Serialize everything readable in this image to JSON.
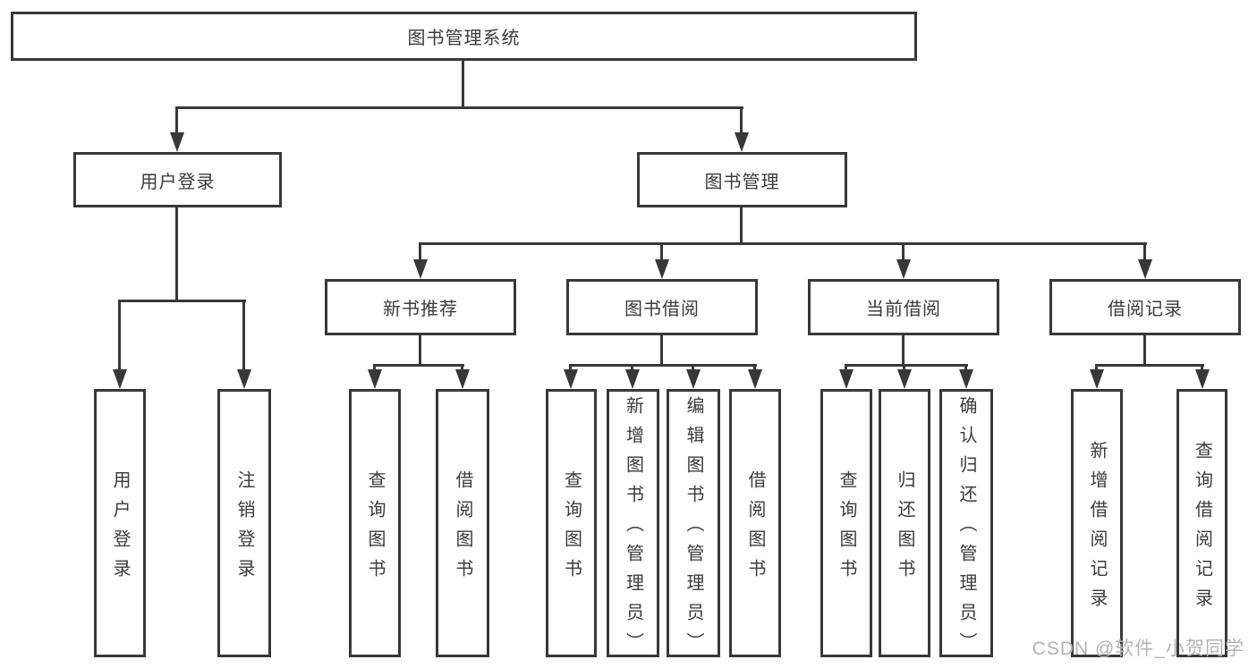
{
  "diagram": {
    "root": {
      "label": "图书管理系统"
    },
    "level2": [
      {
        "label": "用户登录"
      },
      {
        "label": "图书管理"
      }
    ],
    "level3": [
      {
        "label": "新书推荐"
      },
      {
        "label": "图书借阅"
      },
      {
        "label": "当前借阅"
      },
      {
        "label": "借阅记录"
      }
    ],
    "leaves": {
      "user_login": [
        "用户登录",
        "注销登录"
      ],
      "new_book": [
        "查询图书",
        "借阅图书"
      ],
      "borrow": [
        "查询图书",
        "新增图书（管理员）",
        "编辑图书（管理员）",
        "借阅图书"
      ],
      "current": [
        "查询图书",
        "归还图书",
        "确认归还（管理员）"
      ],
      "records": [
        "新增借阅记录",
        "查询借阅记录"
      ]
    }
  },
  "watermark": {
    "text": "CSDN @软件_小贺同学"
  },
  "colors": {
    "line": "#383838",
    "text": "#3b3b3b",
    "watermark": "#b3b3b3"
  }
}
